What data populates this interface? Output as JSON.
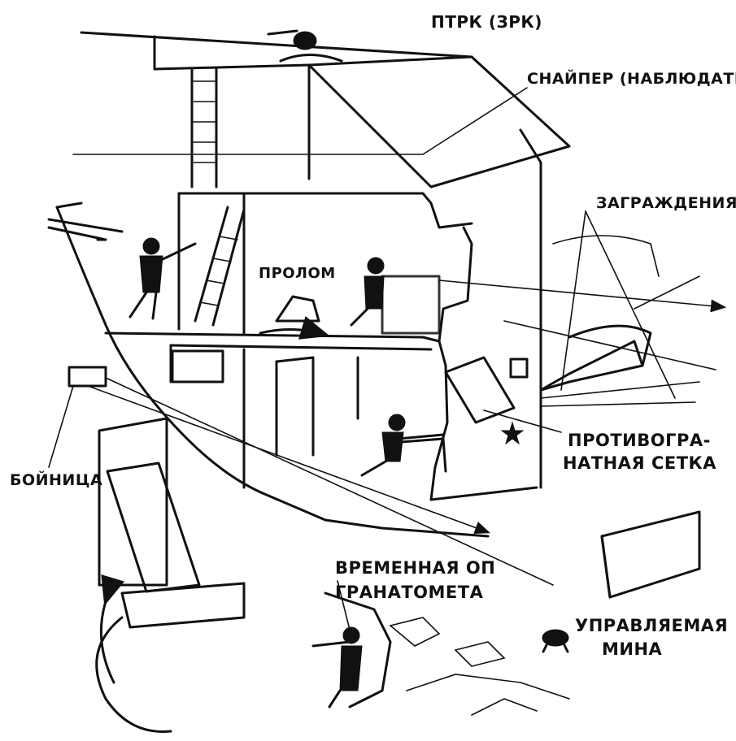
{
  "labels": {
    "atgm": "ПТРК (ЗРК)",
    "sniper": "СНАЙПЕР (НАБЛЮДАТЕЛЬ)",
    "obstacles": "ЗАГРАЖДЕНИЯ",
    "breach": "ПРОЛОМ",
    "net_line1": "ПРОТИВОГРА-",
    "net_line2": "НАТНАЯ СЕТКА",
    "loophole": "БОЙНИЦА",
    "grenade_line1": "ВРЕМЕННАЯ ОП",
    "grenade_line2": "ГРАНАТОМЕТА",
    "mine_line1": "УПРАВЛЯЕМАЯ",
    "mine_line2": "МИНА"
  }
}
